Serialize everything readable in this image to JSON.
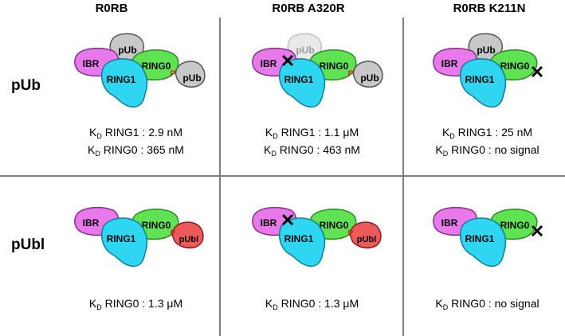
{
  "columns": [
    "R0RB",
    "R0RB A320R",
    "R0RB K211N"
  ],
  "rows": [
    "pUb",
    "pUbl"
  ],
  "domains": {
    "ibr": "IBR",
    "ring1": "RING1",
    "ring0": "RING0",
    "pub": "pUb",
    "publ": "pUbl",
    "phospho": "P"
  },
  "kd_prefix": "K",
  "kd_subscript": "D",
  "cells": {
    "pub_r0rb": [
      {
        "rest": " RING1 : 2.9 nM"
      },
      {
        "rest": " RING0 : 365 nM"
      }
    ],
    "pub_a320r": [
      {
        "rest": " RING1 : 1.1 μM"
      },
      {
        "rest": " RING0 : 463 nM"
      }
    ],
    "pub_k211n": [
      {
        "rest": " RING1 : 25 nM"
      },
      {
        "rest": " RING0 : no signal"
      }
    ],
    "publ_r0rb": [
      {
        "rest": " RING0 : 1.3 μM"
      }
    ],
    "publ_a320r": [
      {
        "rest": " RING0 : 1.3 μM"
      }
    ],
    "publ_k211n": [
      {
        "rest": " RING0 : no signal"
      }
    ]
  },
  "colors": {
    "ibr": "#e879ea",
    "ring1": "#2ed6f2",
    "ring0": "#5fe352",
    "pub": "#c8c8c8",
    "publ": "#ee5a5a",
    "phospho": "#c0392b",
    "grid": "#7f7f7f"
  }
}
